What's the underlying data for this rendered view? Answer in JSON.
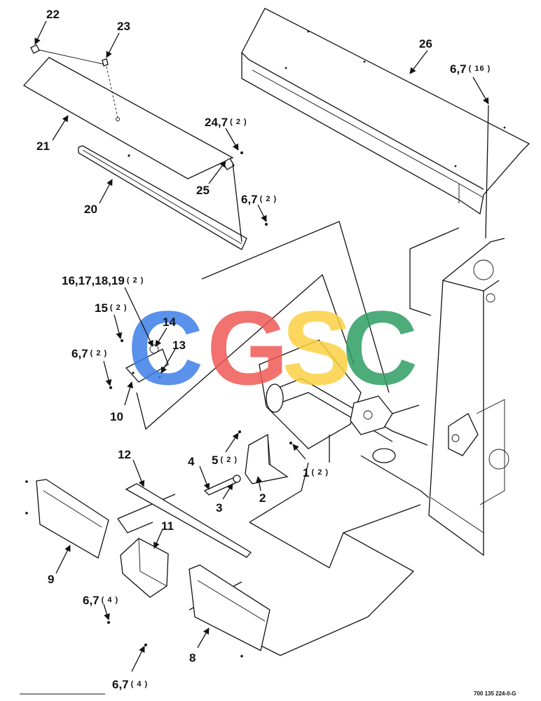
{
  "watermark": {
    "letters": [
      {
        "char": "C",
        "color": "#3d7ee8"
      },
      {
        "char": "G",
        "color": "#ef5a55"
      },
      {
        "char": "S",
        "color": "#fbd144"
      },
      {
        "char": "C",
        "color": "#2e9e62"
      }
    ]
  },
  "callouts": [
    {
      "id": "c22",
      "label": "22",
      "qty": ""
    },
    {
      "id": "c23",
      "label": "23",
      "qty": ""
    },
    {
      "id": "c26",
      "label": "26",
      "qty": ""
    },
    {
      "id": "c67a",
      "label": "6,7",
      "qty": "( 16 )"
    },
    {
      "id": "c21",
      "label": "21",
      "qty": ""
    },
    {
      "id": "c247",
      "label": "24,7",
      "qty": "( 2 )"
    },
    {
      "id": "c25",
      "label": "25",
      "qty": ""
    },
    {
      "id": "c20",
      "label": "20",
      "qty": ""
    },
    {
      "id": "c67b",
      "label": "6,7",
      "qty": "( 2 )"
    },
    {
      "id": "c1619",
      "label": "16,17,18,19",
      "qty": "( 2 )"
    },
    {
      "id": "c15",
      "label": "15",
      "qty": "( 2 )"
    },
    {
      "id": "c14",
      "label": "14",
      "qty": ""
    },
    {
      "id": "c13",
      "label": "13",
      "qty": ""
    },
    {
      "id": "c67c",
      "label": "6,7",
      "qty": "( 2 )"
    },
    {
      "id": "c10",
      "label": "10",
      "qty": ""
    },
    {
      "id": "c12",
      "label": "12",
      "qty": ""
    },
    {
      "id": "c4",
      "label": "4",
      "qty": ""
    },
    {
      "id": "c5",
      "label": "5",
      "qty": "( 2 )"
    },
    {
      "id": "c1",
      "label": "1",
      "qty": "( 2 )"
    },
    {
      "id": "c3",
      "label": "3",
      "qty": ""
    },
    {
      "id": "c2",
      "label": "2",
      "qty": ""
    },
    {
      "id": "c11",
      "label": "11",
      "qty": ""
    },
    {
      "id": "c9",
      "label": "9",
      "qty": ""
    },
    {
      "id": "c67d",
      "label": "6,7",
      "qty": "( 4 )"
    },
    {
      "id": "c8",
      "label": "8",
      "qty": ""
    },
    {
      "id": "c67e",
      "label": "6,7",
      "qty": "( 4 )"
    }
  ],
  "drawing_number": "700 135 224-0-G"
}
